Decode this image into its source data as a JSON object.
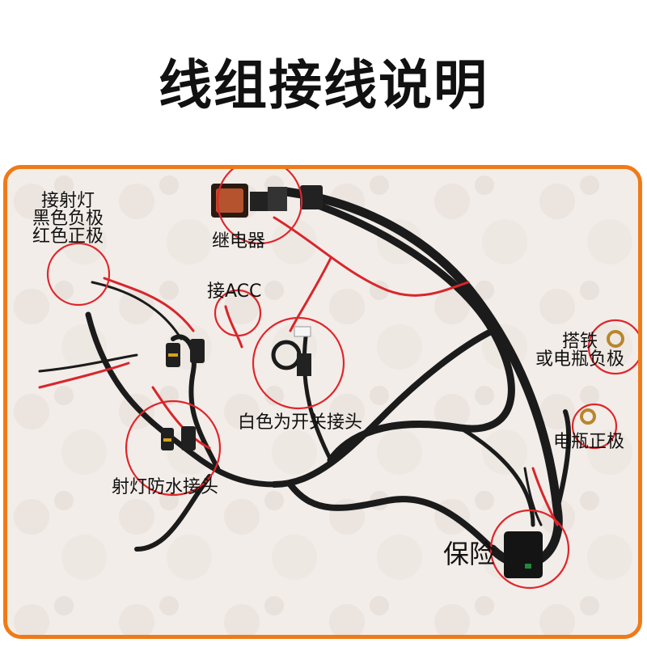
{
  "page": {
    "title": "线组接线说明"
  },
  "labels": {
    "spotlight": [
      "接射灯",
      "黑色负极",
      "红色正极"
    ],
    "relay": "继电器",
    "acc": "接ACC",
    "switch": "白色为开关接头",
    "waterproof": "射灯防水接头",
    "ground": [
      "搭铁",
      "或电瓶负极"
    ],
    "battery_positive": "电瓶正极",
    "fuse": "保险"
  },
  "colors": {
    "frame": "#f07a18",
    "circle": "#e0262b",
    "wire_black": "#1b1b1b",
    "wire_red": "#d8262b"
  }
}
